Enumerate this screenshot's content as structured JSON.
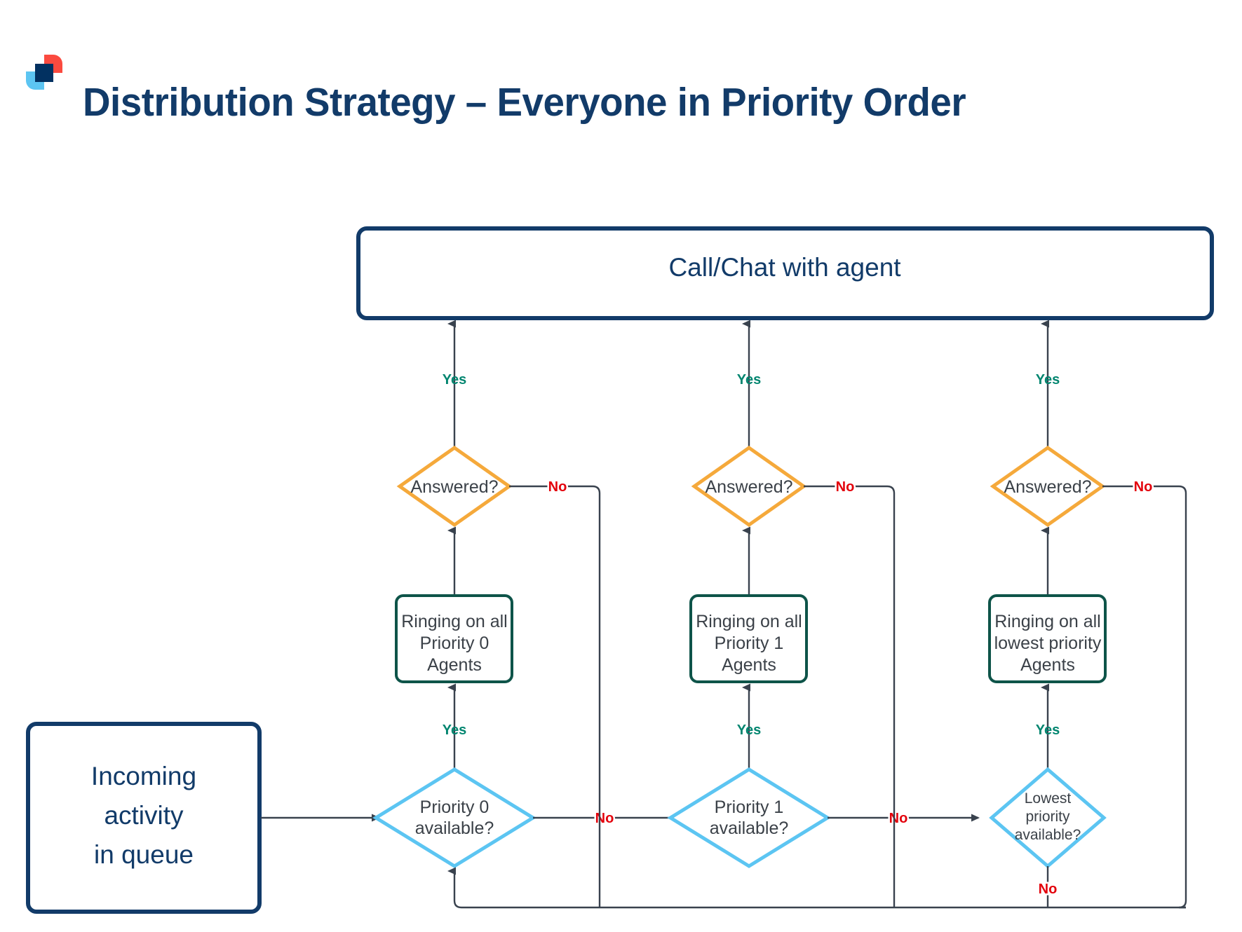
{
  "header": {
    "title": "Distribution Strategy – Everyone in Priority Order",
    "logo_name": "brand-logo",
    "title_color": "#123B69"
  },
  "palette": {
    "navy": "#123B69",
    "green": "#0E5449",
    "orange": "#F5A93B",
    "blue": "#5CC5F2",
    "yes_label": "#00856F",
    "no_label": "#E3000B",
    "edge": "#39424E",
    "logo_red": "#FB4A3F",
    "logo_light_blue": "#5CC5F2",
    "logo_navy": "#023161"
  },
  "diagram": {
    "type": "flowchart",
    "nodes": {
      "start": {
        "label_lines": [
          "Incoming",
          "activity",
          "in queue"
        ],
        "shape": "rounded-rect",
        "color": "navy"
      },
      "terminal": {
        "label": "Call/Chat with agent",
        "shape": "rounded-rect",
        "color": "navy"
      },
      "columns": [
        {
          "id": "priority-0",
          "available_lines": [
            "Priority 0",
            "available?"
          ],
          "ringing_lines": [
            "Ringing on all",
            "Priority 0",
            "Agents"
          ],
          "answered_label": "Answered?"
        },
        {
          "id": "priority-1",
          "available_lines": [
            "Priority 1",
            "available?"
          ],
          "ringing_lines": [
            "Ringing on all",
            "Priority 1",
            "Agents"
          ],
          "answered_label": "Answered?"
        },
        {
          "id": "lowest-priority",
          "available_lines": [
            "Lowest",
            "priority",
            "available?"
          ],
          "ringing_lines": [
            "Ringing on all",
            "lowest priority",
            "Agents"
          ],
          "answered_label": "Answered?"
        }
      ]
    },
    "edge_labels": {
      "yes": "Yes",
      "no": "No"
    }
  }
}
